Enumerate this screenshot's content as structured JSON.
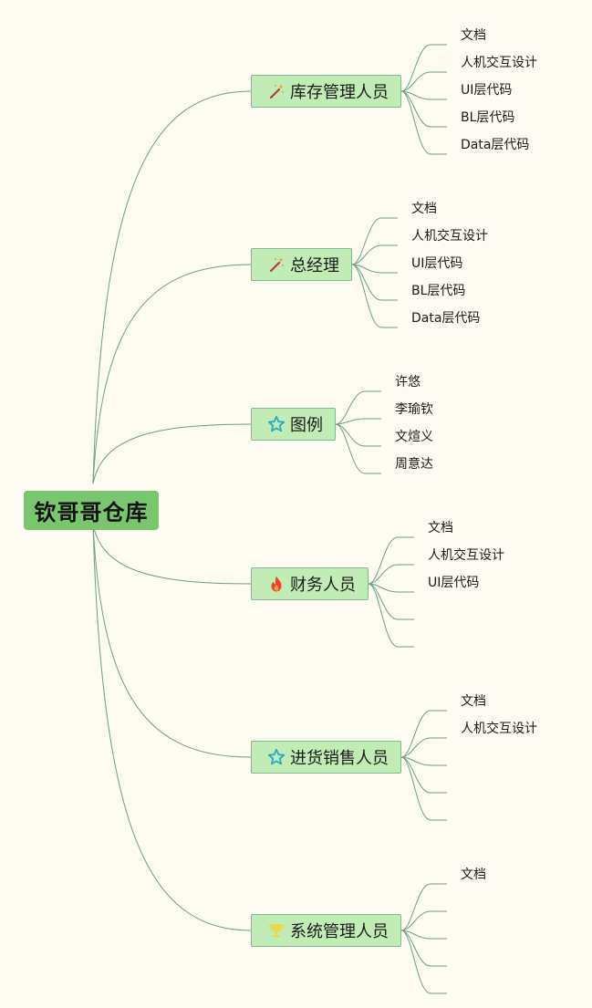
{
  "root": {
    "label": "钦哥哥仓库"
  },
  "branches": [
    {
      "label": "库存管理人员",
      "icon": "magic-wand-icon",
      "leaves": [
        "文档",
        "人机交互设计",
        "UI层代码",
        "BL层代码",
        "Data层代码"
      ]
    },
    {
      "label": "总经理",
      "icon": "magic-wand-icon",
      "leaves": [
        "文档",
        "人机交互设计",
        "UI层代码",
        "BL层代码",
        "Data层代码"
      ]
    },
    {
      "label": "图例",
      "icon": "star-icon",
      "leaves": [
        "许悠",
        "李瑜钦",
        "文煊义",
        "周意达"
      ]
    },
    {
      "label": "财务人员",
      "icon": "fire-icon",
      "leaves": [
        "文档",
        "人机交互设计",
        "UI层代码",
        "",
        ""
      ]
    },
    {
      "label": "进货销售人员",
      "icon": "star-icon",
      "leaves": [
        "文档",
        "人机交互设计",
        "",
        "",
        ""
      ]
    },
    {
      "label": "系统管理人员",
      "icon": "trophy-icon",
      "leaves": [
        "文档",
        "",
        "",
        "",
        ""
      ]
    }
  ],
  "colors": {
    "background": "#fdfbf2",
    "root_fill": "#7ac66f",
    "branch_fill": "#c2ecb5",
    "branch_border": "#7fb99a",
    "link": "#6f9f83",
    "wand_stick": "#c0392b",
    "wand_spark": "#e6a23c",
    "star": "#2aa7c9",
    "fire": "#e8452c",
    "trophy": "#e8d84a"
  }
}
